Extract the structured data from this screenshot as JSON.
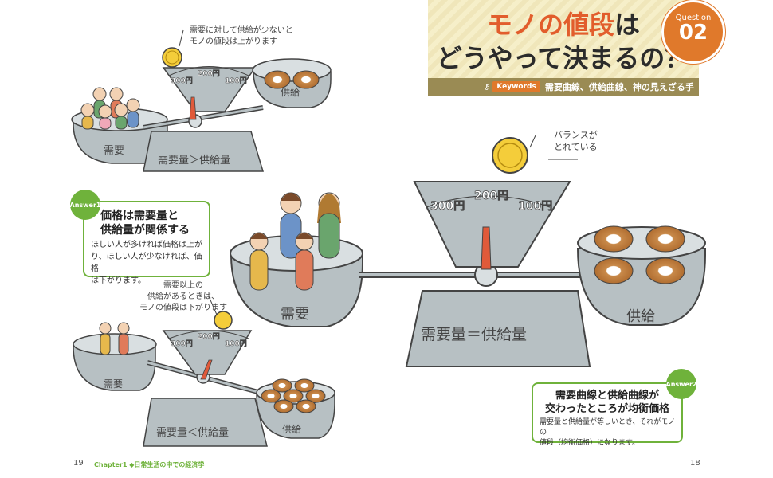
{
  "title": {
    "line1_accent": "モノの値段",
    "line1_rest": "は",
    "line2": "どうやって決まるの？"
  },
  "question": {
    "word": "Question",
    "number": "02"
  },
  "keywords": {
    "label": "Keywords",
    "text": "需要曲線、供給曲線、神の見えざる手"
  },
  "top_scale": {
    "note_line1": "需要に対して供給が少ないと",
    "note_line2": "モノの値段は上がります",
    "prices": [
      "300円",
      "200円",
      "100円"
    ],
    "demand": "需要",
    "supply": "供給",
    "base": "需要量＞供給量"
  },
  "center_scale": {
    "note_line1": "バランスが",
    "note_line2": "とれている",
    "prices": [
      "300円",
      "200円",
      "100円"
    ],
    "demand": "需要",
    "supply": "供給",
    "base": "需要量＝供給量"
  },
  "bottom_scale": {
    "note_line1": "需要以上の",
    "note_line2": "供給があるときは、",
    "note_line3": "モノの値段は下がります",
    "prices": [
      "300円",
      "200円",
      "100円"
    ],
    "demand": "需要",
    "supply": "供給",
    "base": "需要量＜供給量"
  },
  "answer1": {
    "badge": "Answer1",
    "heading1": "価格は需要量と",
    "heading2": "供給量が関係する",
    "body1": "ほしい人が多ければ価格は上が",
    "body2": "り、ほしい人が少なければ、価格",
    "body3": "は下がります。"
  },
  "answer2": {
    "badge": "Answer2",
    "heading1": "需要曲線と供給曲線が",
    "heading2": "交わったところが均衡価格",
    "body1": "需要量と供給量が等しいとき、それがモノの",
    "body2": "値段（均衡価格）になります。"
  },
  "footer": {
    "left_page": "19",
    "chapter": "Chapter1 ◆日常生活の中での経済学",
    "right_page": "18"
  },
  "colors": {
    "accent": "#e25d2c",
    "green": "#6fb23b",
    "orange": "#e0792b",
    "scale": "#b7c0c3"
  }
}
